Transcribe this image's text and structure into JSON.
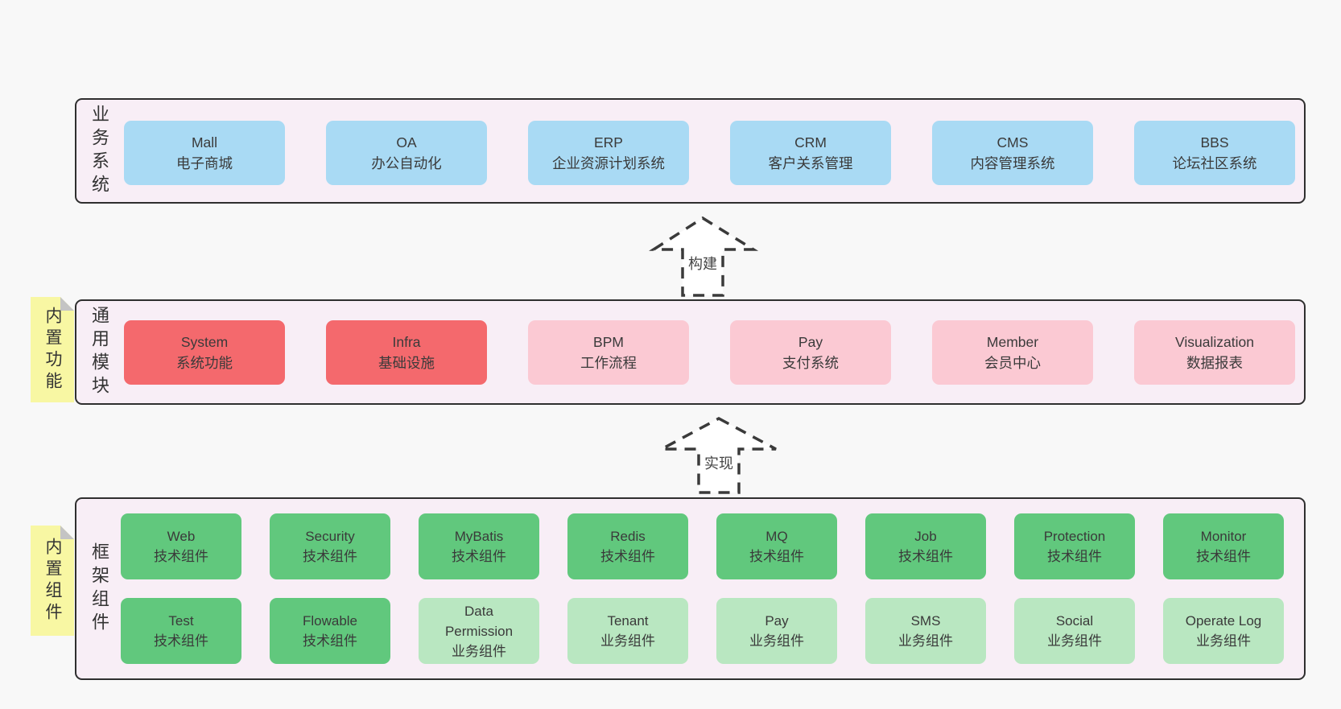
{
  "bands": [
    {
      "label": "业务系统",
      "boxes": [
        {
          "en": "Mall",
          "zh": "电子商城"
        },
        {
          "en": "OA",
          "zh": "办公自动化"
        },
        {
          "en": "ERP",
          "zh": "企业资源计划系统"
        },
        {
          "en": "CRM",
          "zh": "客户关系管理"
        },
        {
          "en": "CMS",
          "zh": "内容管理系统"
        },
        {
          "en": "BBS",
          "zh": "论坛社区系统"
        }
      ]
    },
    {
      "label": "通用模块",
      "sticky": "内置功能",
      "boxes": [
        {
          "en": "System",
          "zh": "系统功能"
        },
        {
          "en": "Infra",
          "zh": "基础设施"
        },
        {
          "en": "BPM",
          "zh": "工作流程"
        },
        {
          "en": "Pay",
          "zh": "支付系统"
        },
        {
          "en": "Member",
          "zh": "会员中心"
        },
        {
          "en": "Visualization",
          "zh": "数据报表"
        }
      ]
    },
    {
      "label": "框架组件",
      "sticky": "内置组件",
      "rows": [
        [
          {
            "en": "Web",
            "zh": "技术组件"
          },
          {
            "en": "Security",
            "zh": "技术组件"
          },
          {
            "en": "MyBatis",
            "zh": "技术组件"
          },
          {
            "en": "Redis",
            "zh": "技术组件"
          },
          {
            "en": "MQ",
            "zh": "技术组件"
          },
          {
            "en": "Job",
            "zh": "技术组件"
          },
          {
            "en": "Protection",
            "zh": "技术组件"
          },
          {
            "en": "Monitor",
            "zh": "技术组件"
          }
        ],
        [
          {
            "en": "Test",
            "zh": "技术组件"
          },
          {
            "en": "Flowable",
            "zh": "技术组件"
          },
          {
            "en": "Data Permission",
            "zh": "业务组件"
          },
          {
            "en": "Tenant",
            "zh": "业务组件"
          },
          {
            "en": "Pay",
            "zh": "业务组件"
          },
          {
            "en": "SMS",
            "zh": "业务组件"
          },
          {
            "en": "Social",
            "zh": "业务组件"
          },
          {
            "en": "Operate Log",
            "zh": "业务组件"
          }
        ]
      ]
    }
  ],
  "arrows": [
    {
      "label": "构建"
    },
    {
      "label": "实现"
    }
  ],
  "colors": {
    "background": "#f8f8f8",
    "band_fill": "#f8eef6",
    "band_border": "#2f2f2f",
    "blue": "#a9daf4",
    "red": "#f4696d",
    "pink": "#fbc9d3",
    "green": "#61c87d",
    "green_light": "#b9e7c1",
    "sticky_yellow": "#f8f7a3",
    "sticky_fold": "#c4c4c4",
    "text": "#3a3a3a"
  }
}
